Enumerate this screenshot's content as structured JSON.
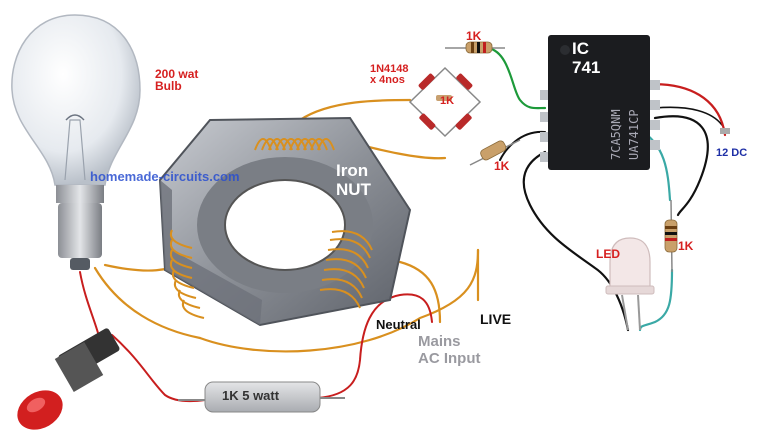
{
  "labels": {
    "bulb": "200 wat\nBulb",
    "diodes": "1N4148\nx 4nos",
    "r_top": "1K",
    "r_bridge": "1K",
    "r_lower": "1K",
    "r_led": "1K",
    "ic_title": "IC\n741",
    "ic_marking_1": "7CA5QNM",
    "ic_marking_2": "UA741CP",
    "supply": "12 DC",
    "led": "LED",
    "nut": "Iron\nNUT",
    "watermark": "homemade-circuits.com",
    "neutral": "Neutral",
    "live": "LIVE",
    "mains": "Mains\nAC Input",
    "resistor_5w": "1K 5 watt"
  },
  "colors": {
    "copper": "#d9901f",
    "red_wire": "#c81e1e",
    "green_wire": "#1d9a3a",
    "blue_wire": "#1e2fa6",
    "teal_wire": "#3aa9a6",
    "label_red": "#d62020"
  }
}
